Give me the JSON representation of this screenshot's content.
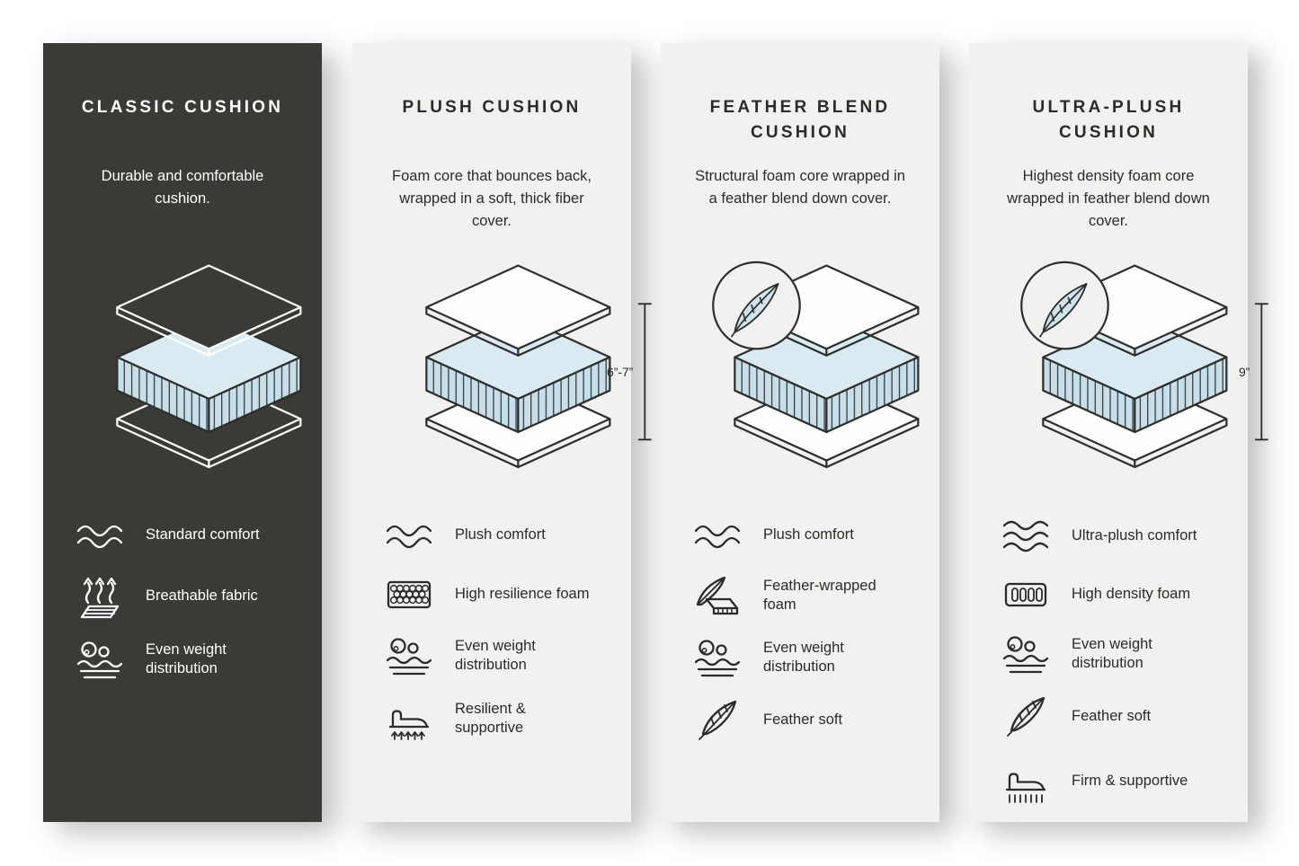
{
  "colors": {
    "page_background": "#ffffff",
    "dark_panel": "#3a3a37",
    "light_panel": "#f1f1ef",
    "foam_top": "#d9eaf2",
    "foam_side": "#c6dfea",
    "outline_dark": "#2e2e2c",
    "text_light": "#ffffff",
    "text_dark": "#2b2b29"
  },
  "panels": [
    {
      "id": "classic",
      "theme": "dark",
      "title": "CLASSIC CUSHION",
      "description": "Durable and comfortable cushion.",
      "badge": null,
      "dimension": null,
      "features": [
        {
          "icon": "waves-icon",
          "label": "Standard comfort"
        },
        {
          "icon": "breathable-icon",
          "label": "Breathable fabric"
        },
        {
          "icon": "weight-distribution-icon",
          "label": "Even weight distribution"
        }
      ]
    },
    {
      "id": "plush",
      "theme": "light",
      "title": "PLUSH CUSHION",
      "description": "Foam core that bounces back, wrapped in a soft, thick fiber cover.",
      "badge": null,
      "dimension": "6”-7”",
      "features": [
        {
          "icon": "waves-icon",
          "label": "Plush comfort"
        },
        {
          "icon": "foam-cells-icon",
          "label": "High resilience foam"
        },
        {
          "icon": "weight-distribution-icon",
          "label": "Even weight distribution"
        },
        {
          "icon": "lounge-arrows-icon",
          "label": "Resilient & supportive"
        }
      ]
    },
    {
      "id": "feather-blend",
      "theme": "light",
      "title": "FEATHER BLEND CUSHION",
      "description": "Structural foam core wrapped in a feather blend down cover.",
      "badge": "feather",
      "dimension": null,
      "features": [
        {
          "icon": "waves-icon",
          "label": "Plush comfort"
        },
        {
          "icon": "feather-foam-icon",
          "label": "Feather-wrapped foam"
        },
        {
          "icon": "weight-distribution-icon",
          "label": "Even weight distribution"
        },
        {
          "icon": "feather-icon",
          "label": "Feather soft"
        }
      ]
    },
    {
      "id": "ultra-plush",
      "theme": "light",
      "title": "ULTRA-PLUSH CUSHION",
      "description": "Highest density foam core wrapped in feather blend down cover.",
      "badge": "feather",
      "dimension": "9”",
      "features": [
        {
          "icon": "waves-icon",
          "label": "Ultra-plush comfort"
        },
        {
          "icon": "density-foam-icon",
          "label": "High density foam"
        },
        {
          "icon": "weight-distribution-icon",
          "label": "Even weight distribution"
        },
        {
          "icon": "feather-icon",
          "label": "Feather soft"
        },
        {
          "icon": "firm-supportive-icon",
          "label": "Firm & supportive"
        }
      ]
    }
  ]
}
